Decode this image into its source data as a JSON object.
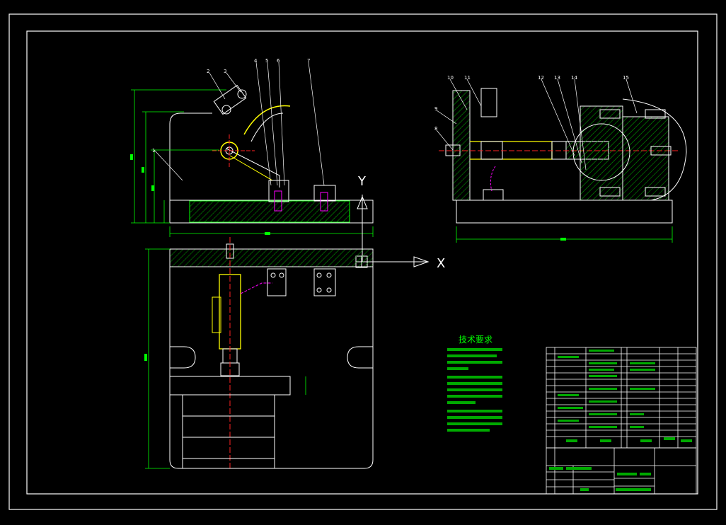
{
  "colors": {
    "background": "#000000",
    "line": "#ffffff",
    "green": "#00ff00",
    "yellow": "#ffff00",
    "red": "#ff2020",
    "magenta": "#ff00ff",
    "cyan": "#00ffff"
  },
  "axes": {
    "y_label": "Y",
    "x_label": "X"
  },
  "balloons": [
    "1",
    "2",
    "3",
    "4",
    "5",
    "6",
    "7",
    "8",
    "9",
    "10",
    "11",
    "12",
    "13",
    "14",
    "15"
  ],
  "notes": {
    "title": "技术要求"
  }
}
